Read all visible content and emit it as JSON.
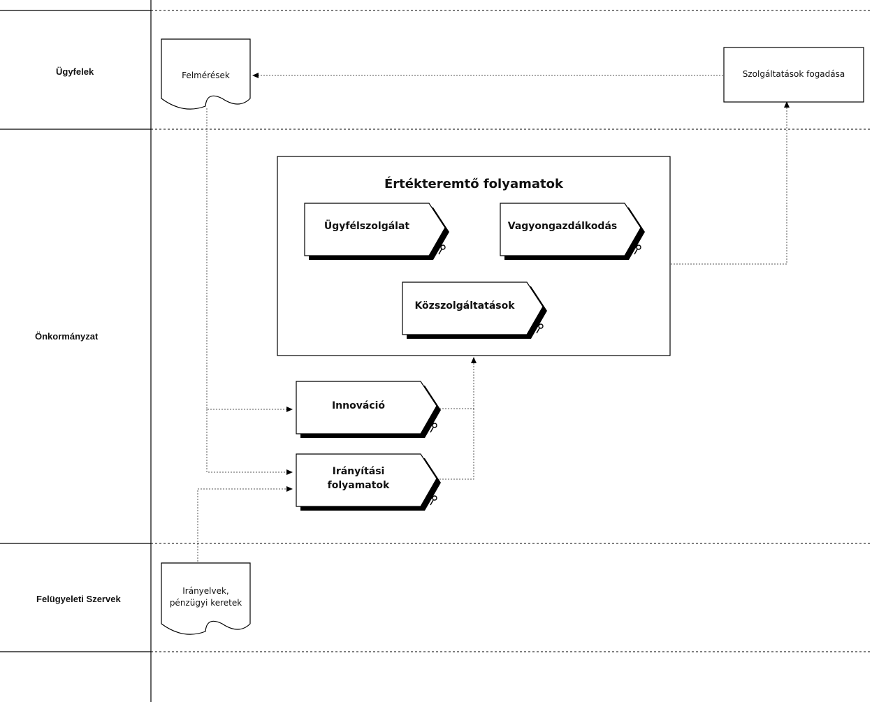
{
  "lanes": {
    "ugyfelek": "Ügyfelek",
    "onkormanyzat": "Önkormányzat",
    "felugyeleti": "Felügyeleti Szervek"
  },
  "documents": {
    "felmeresek": "Felmérések",
    "iranyelvek_line1": "Irányelvek,",
    "iranyelvek_line2": "pénzügyi keretek"
  },
  "boxes": {
    "szolgaltatasok_fogadasa": "Szolgáltatások fogadása"
  },
  "group": {
    "title": "Értékteremtő folyamatok"
  },
  "processes": {
    "ugyfelszolgalat": "Ügyfélszolgálat",
    "vagyongazdalkodas": "Vagyongazdálkodás",
    "kozszolgaltatasok": "Közszolgáltatások",
    "innovacio": "Innováció",
    "iranyitasi_line1": "Irányítási",
    "iranyitasi_line2": "folyamatok"
  },
  "colors": {
    "line": "#000000",
    "connector": "#555555",
    "shadow": "#000000",
    "box_fill": "#ffffff"
  }
}
